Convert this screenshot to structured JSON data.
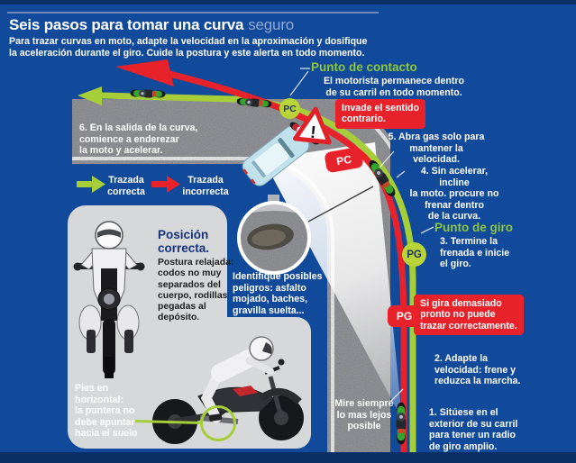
{
  "colors": {
    "background": "#11499b",
    "navy_bar": "#0b2e66",
    "correct_green": "#a6ce39",
    "green_heading": "#8dc63f",
    "incorrect_red": "#e8222a",
    "road_gray": "#9b9ca0",
    "panel_gray": "#d6d8da",
    "car_blue": "#bfe2ec",
    "title_suffix_blue": "#8fa9d4"
  },
  "header": {
    "title": "Seis pasos para tomar una curva",
    "title_suffix": "seguro",
    "subtitle": "Para trazar curvas en moto, adapte la velocidad en la aproximación y dosifique\nla aceleración durante el giro. Cuide la postura y este alerta en todo momento."
  },
  "legend": {
    "correct_label": "Trazada\ncorrecta",
    "incorrect_label": "Trazada\nincorrecta"
  },
  "contact_point": {
    "title": "Punto de contacto",
    "body": "El motorista permanece dentro\nde su carril en todo momento.",
    "marker": "PC"
  },
  "turn_point": {
    "title": "Punto de giro",
    "marker": "PG"
  },
  "warnings": {
    "invade": "Invade el sentido\ncontrario.",
    "early_turn": "Si gira demasiado\npronto no puede\ntrazar correctamente.",
    "triangle": "!"
  },
  "steps": {
    "s1": "1. Sitúese en el\nexterior de su carril\npara tener un radio\nde giro amplio.",
    "s2": "2. Adapte la\nvelocidad: frene y\nreduzca la marcha.",
    "s3": "3. Termine la\nfrenada e inicie\nel giro.",
    "s4": "4. Sin acelerar, incline\nla moto. procure no\nfrenar dentro\nde la curva.",
    "s5": "5. Abra gas solo para\nmantener la velocidad.",
    "s6": "6. En la salida de la curva,\ncomience a enderezar\nla moto y acelerar."
  },
  "notes": {
    "look_ahead": "Mire siempre\nlo mas lejos\nposible",
    "hazards": "Identifique posibles\npeligros: asfalto\nmojado, baches,\ngravilla suelta...",
    "feet": "Pies en\nhorizontal:\nla puntera no\ndebe apuntar\nhacia el suelo"
  },
  "position_panel": {
    "title": "Posición\ncorrecta.",
    "body": "Postura relajada:\ncodos no muy\nseparados del\ncuerpo, rodillas\npegadas al\ndepósito."
  }
}
